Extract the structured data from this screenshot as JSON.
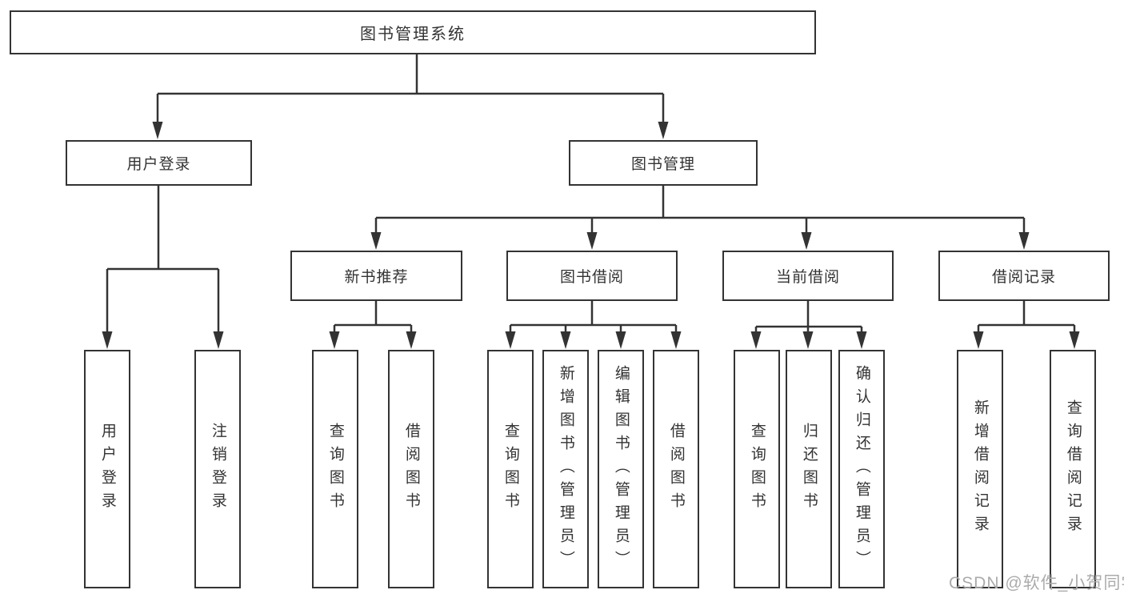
{
  "watermark": {
    "text": "CSDN @软件_小贺同学"
  },
  "colors": {
    "line": "#333333",
    "box_border": "#333333",
    "box_background": "#ffffff",
    "text": "#333333",
    "watermark": "#ababab"
  },
  "tree": {
    "root": {
      "label": "图书管理系统"
    },
    "branches": [
      {
        "label": "用户登录",
        "children": [
          {
            "label": "用户登录"
          },
          {
            "label": "注销登录"
          }
        ]
      },
      {
        "label": "图书管理",
        "children": [
          {
            "label": "新书推荐",
            "children": [
              {
                "label": "查询图书"
              },
              {
                "label": "借阅图书"
              }
            ]
          },
          {
            "label": "图书借阅",
            "children": [
              {
                "label": "查询图书"
              },
              {
                "label": "新增图书（管理员）"
              },
              {
                "label": "编辑图书（管理员）"
              },
              {
                "label": "借阅图书"
              }
            ]
          },
          {
            "label": "当前借阅",
            "children": [
              {
                "label": "查询图书"
              },
              {
                "label": "归还图书"
              },
              {
                "label": "确认归还（管理员）"
              }
            ]
          },
          {
            "label": "借阅记录",
            "children": [
              {
                "label": "新增借阅记录"
              },
              {
                "label": "查询借阅记录"
              }
            ]
          }
        ]
      }
    ]
  }
}
